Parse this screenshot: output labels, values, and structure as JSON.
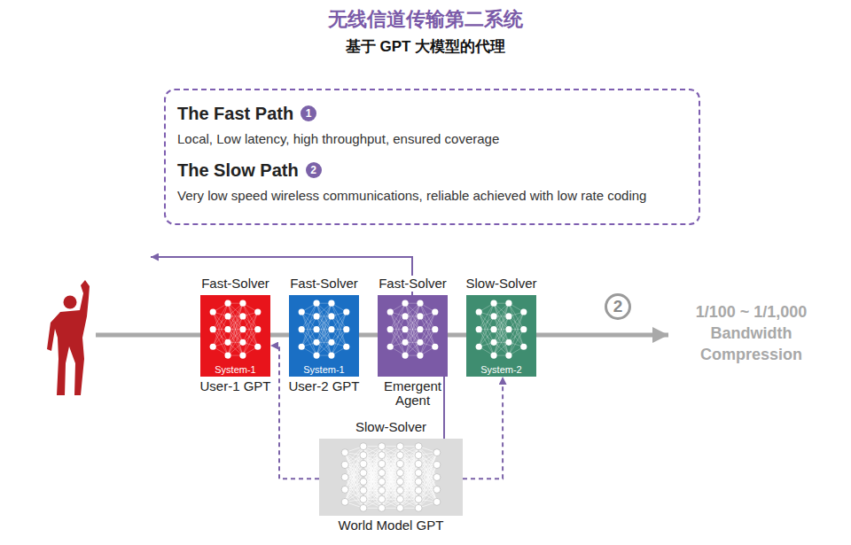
{
  "diagram": {
    "title": "无线信道传输第二系统",
    "nodes": [
      {
        "text": [
          "The Fast Path",
          "Local, Low latency, high throughput, ensured coverage",
          "The Slow Path",
          "Very low speed wireless communications, reliable achieved with low rate coding"
        ]
      },
      {
        "text": [
          "Fast-Solver",
          "System-1",
          "User-1 GPT"
        ]
      },
      {
        "text": [
          "Fast-Solver",
          "System-1",
          "User-2 GPT"
        ]
      },
      {
        "text": [
          "Fast-Solver",
          "Emergent Agent"
        ]
      },
      {
        "text": [
          "Slow-Solver",
          "System-2"
        ]
      },
      {
        "text": [
          "Slow-Solver",
          "World Model GPT"
        ]
      }
    ],
    "edges": [
      {
        "from": 5,
        "to": 1,
        "arrow": "to"
      },
      {
        "from": 5,
        "to": 4,
        "arrow": "to"
      },
      {
        "from": 5,
        "to": 3,
        "arrow": "none"
      }
    ],
    "labels": [
      "基于 GPT 大模型的代理",
      "1",
      "2",
      "2",
      "1/100 ~ 1/1,000 Bandwidth Compression"
    ]
  }
}
